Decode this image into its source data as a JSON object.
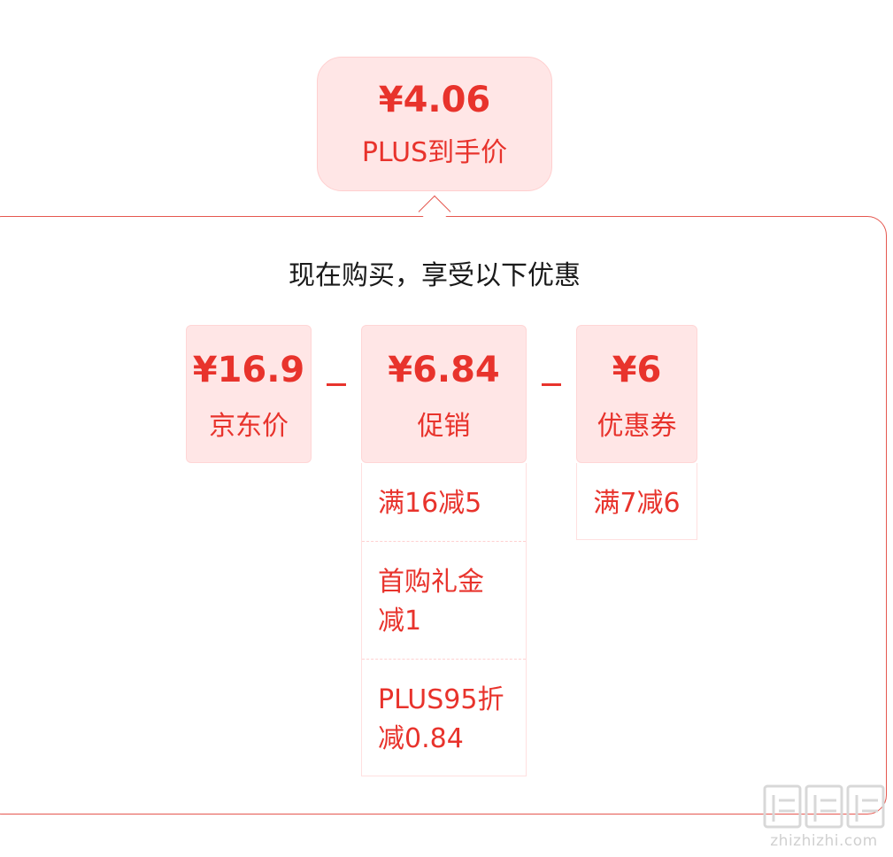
{
  "top_price": {
    "amount": "¥4.06",
    "label": "PLUS到手价"
  },
  "panel": {
    "title": "现在购买，享受以下优惠"
  },
  "cards": {
    "jd": {
      "price": "¥16.9",
      "label": "京东价"
    },
    "promo": {
      "price": "¥6.84",
      "label": "促销"
    },
    "coupon": {
      "price": "¥6",
      "label": "优惠券"
    }
  },
  "operators": {
    "minus": "−"
  },
  "promo_items": [
    {
      "line1": "满16减5"
    },
    {
      "line1": "首购礼金",
      "line2": "减1"
    },
    {
      "line1": "PLUS95折",
      "line2": "减0.84"
    }
  ],
  "coupon_items": [
    {
      "line1": "满7减6"
    }
  ],
  "watermark": {
    "logo": "值值值",
    "site": "zhizhizhi.com"
  },
  "colors": {
    "accent": "#e8332c",
    "card_bg": "#ffe6e6",
    "panel_border": "#e5574f"
  }
}
